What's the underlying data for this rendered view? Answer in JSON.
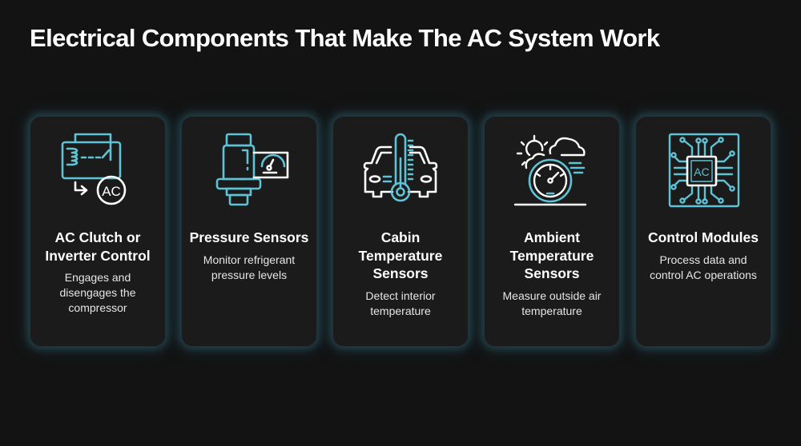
{
  "page": {
    "title": "Electrical Components That Make The AC System Work"
  },
  "colors": {
    "background": "#131313",
    "card_background": "#1b1b1b",
    "accent": "#5fc3d6",
    "glow": "#3e8ca0",
    "text": "#ffffff"
  },
  "cards": [
    {
      "icon": "relay-clutch-icon",
      "icon_label": "AC",
      "title": "AC Clutch or Inverter Control",
      "description": "Engages and disengages the compressor"
    },
    {
      "icon": "pressure-sensor-gauge-icon",
      "title": "Pressure Sensors",
      "description": "Monitor refrigerant pressure levels"
    },
    {
      "icon": "car-thermometer-icon",
      "title": "Cabin Temperature Sensors",
      "description": "Detect interior temperature"
    },
    {
      "icon": "weather-gauge-icon",
      "title": "Ambient Temperature Sensors",
      "description": "Measure outside air temperature"
    },
    {
      "icon": "circuit-chip-icon",
      "icon_label": "AC",
      "title": "Control Modules",
      "description": "Process data and control AC operations"
    }
  ]
}
